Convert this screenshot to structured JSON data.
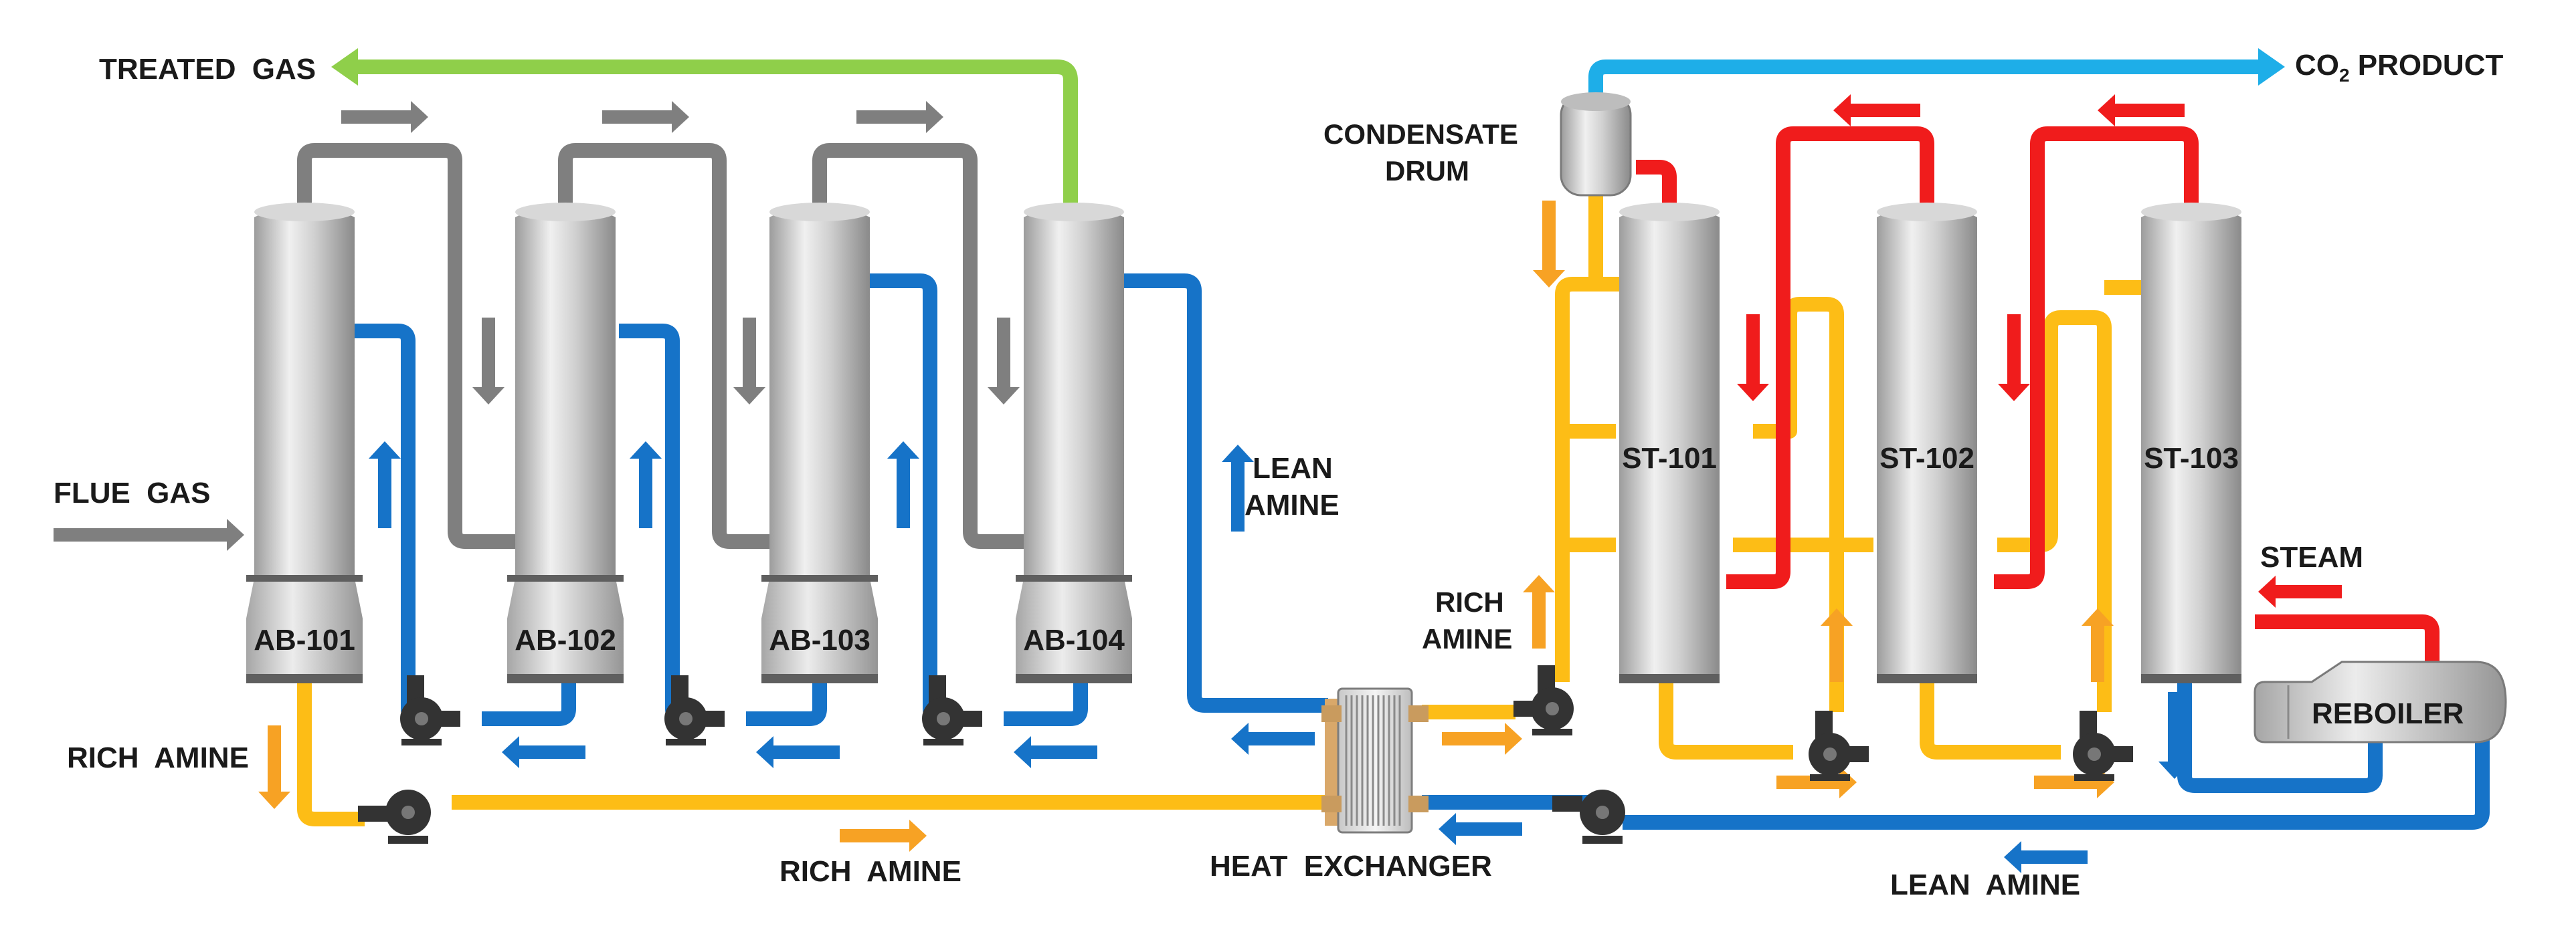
{
  "colors": {
    "flue_gas": "#7f7f7f",
    "treated_gas": "#8fcf4a",
    "lean_amine": "#1673c8",
    "rich_amine": "#fdbd16",
    "rich_arrow": "#f7a224",
    "steam": "#f01c1c",
    "co2": "#1eaee8",
    "vessel_dark": "#5f5f5f",
    "pump": "#333333"
  },
  "labels": {
    "treated_gas": "TREATED GAS",
    "flue_gas": "FLUE GAS",
    "rich_amine_left": "RICH AMINE",
    "rich_amine_bottom": "RICH AMINE",
    "lean_amine_line1": "LEAN",
    "lean_amine_line2": "AMINE",
    "heat_exchanger": "HEAT EXCHANGER",
    "condensate_line1": "CONDENSATE",
    "condensate_line2": "DRUM",
    "co2_prefix": "CO",
    "co2_sub": "2",
    "co2_suffix": " PRODUCT",
    "rich_amine_mid_line1": "RICH",
    "rich_amine_mid_line2": "AMINE",
    "steam": "STEAM",
    "reboiler": "REBOILER",
    "lean_amine_bottom": "LEAN AMINE"
  },
  "absorbers": [
    "AB-101",
    "AB-102",
    "AB-103",
    "AB-104"
  ],
  "strippers": [
    "ST-101",
    "ST-102",
    "ST-103"
  ],
  "icons": [
    "flow-arrow-icon",
    "pump-icon",
    "plate-heat-exchanger-icon",
    "condensate-drum-icon",
    "reboiler-icon"
  ]
}
